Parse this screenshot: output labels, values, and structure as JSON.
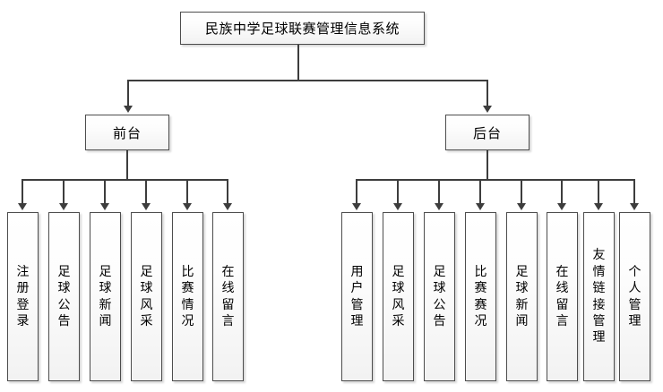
{
  "diagram": {
    "type": "tree-hierarchy",
    "orientation": "top-down",
    "root": {
      "label": "民族中学足球联赛管理信息系统"
    },
    "branches": [
      {
        "id": "front",
        "label": "前台",
        "leaves": [
          {
            "label": "注册登录"
          },
          {
            "label": "足球公告"
          },
          {
            "label": "足球新闻"
          },
          {
            "label": "足球风采"
          },
          {
            "label": "比赛情况"
          },
          {
            "label": "在线留言"
          }
        ]
      },
      {
        "id": "back",
        "label": "后台",
        "leaves": [
          {
            "label": "用户管理"
          },
          {
            "label": "足球风采"
          },
          {
            "label": "足球公告"
          },
          {
            "label": "比赛赛况"
          },
          {
            "label": "足球新闻"
          },
          {
            "label": "在线留言"
          },
          {
            "label": "友情链接管理"
          },
          {
            "label": "个人管理"
          }
        ]
      }
    ],
    "colors": {
      "background": "#ffffff",
      "box_border": "#4d4d4d",
      "box_fill_top": "#ffffff",
      "box_fill_bottom": "#f2f2f2",
      "connector": "#3d3d3d",
      "text": "#000000"
    }
  }
}
